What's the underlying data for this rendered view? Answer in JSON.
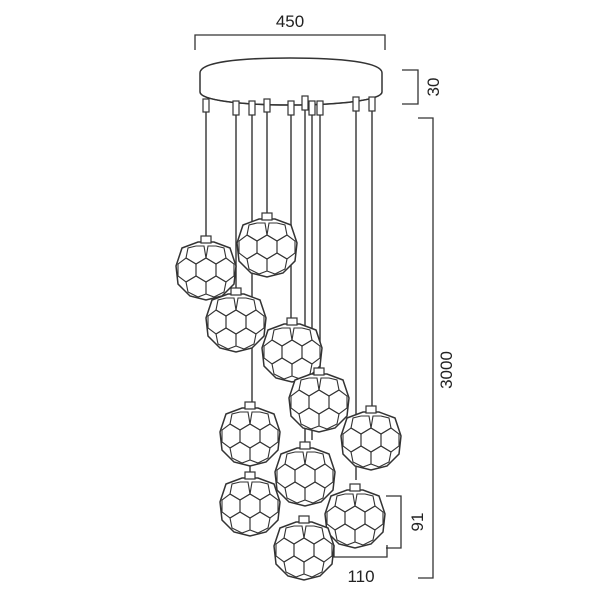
{
  "drawing": {
    "dimensions": {
      "canopy_width": "450",
      "canopy_height": "30",
      "drop_length": "3000",
      "shade_height": "91",
      "shade_width": "110"
    },
    "pendant_count": 11
  }
}
